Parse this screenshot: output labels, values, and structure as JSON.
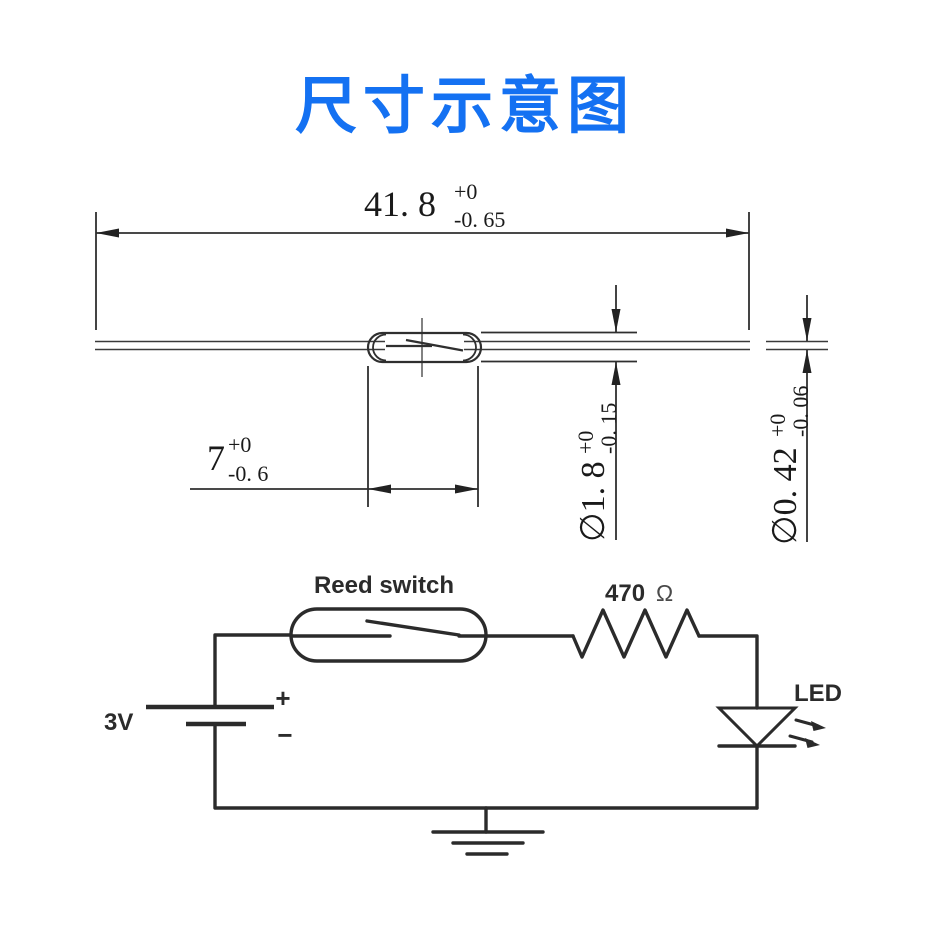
{
  "title": {
    "text": "尺寸示意图"
  },
  "dims": {
    "total_length": {
      "value": "41. 8",
      "tol_upper": "+0",
      "tol_lower": "-0. 65"
    },
    "glass_length": {
      "value": "7",
      "tol_upper": "+0",
      "tol_lower": "-0. 6"
    },
    "glass_diameter": {
      "value": "∅1. 8",
      "tol_upper": "+0",
      "tol_lower": "-0. 15"
    },
    "lead_diameter": {
      "value": "∅0. 42",
      "tol_upper": "+0",
      "tol_lower": "-0. 06"
    }
  },
  "circuit": {
    "reed_switch_label": "Reed switch",
    "resistor_value": "470",
    "resistor_unit": "Ω",
    "battery_voltage": "3V",
    "plus": "+",
    "minus": "−",
    "led_label": "LED"
  },
  "colors": {
    "title_blue": "#1471f2",
    "line_dark": "#2b2b2b",
    "drawing_gray": "#2f2f2f"
  }
}
